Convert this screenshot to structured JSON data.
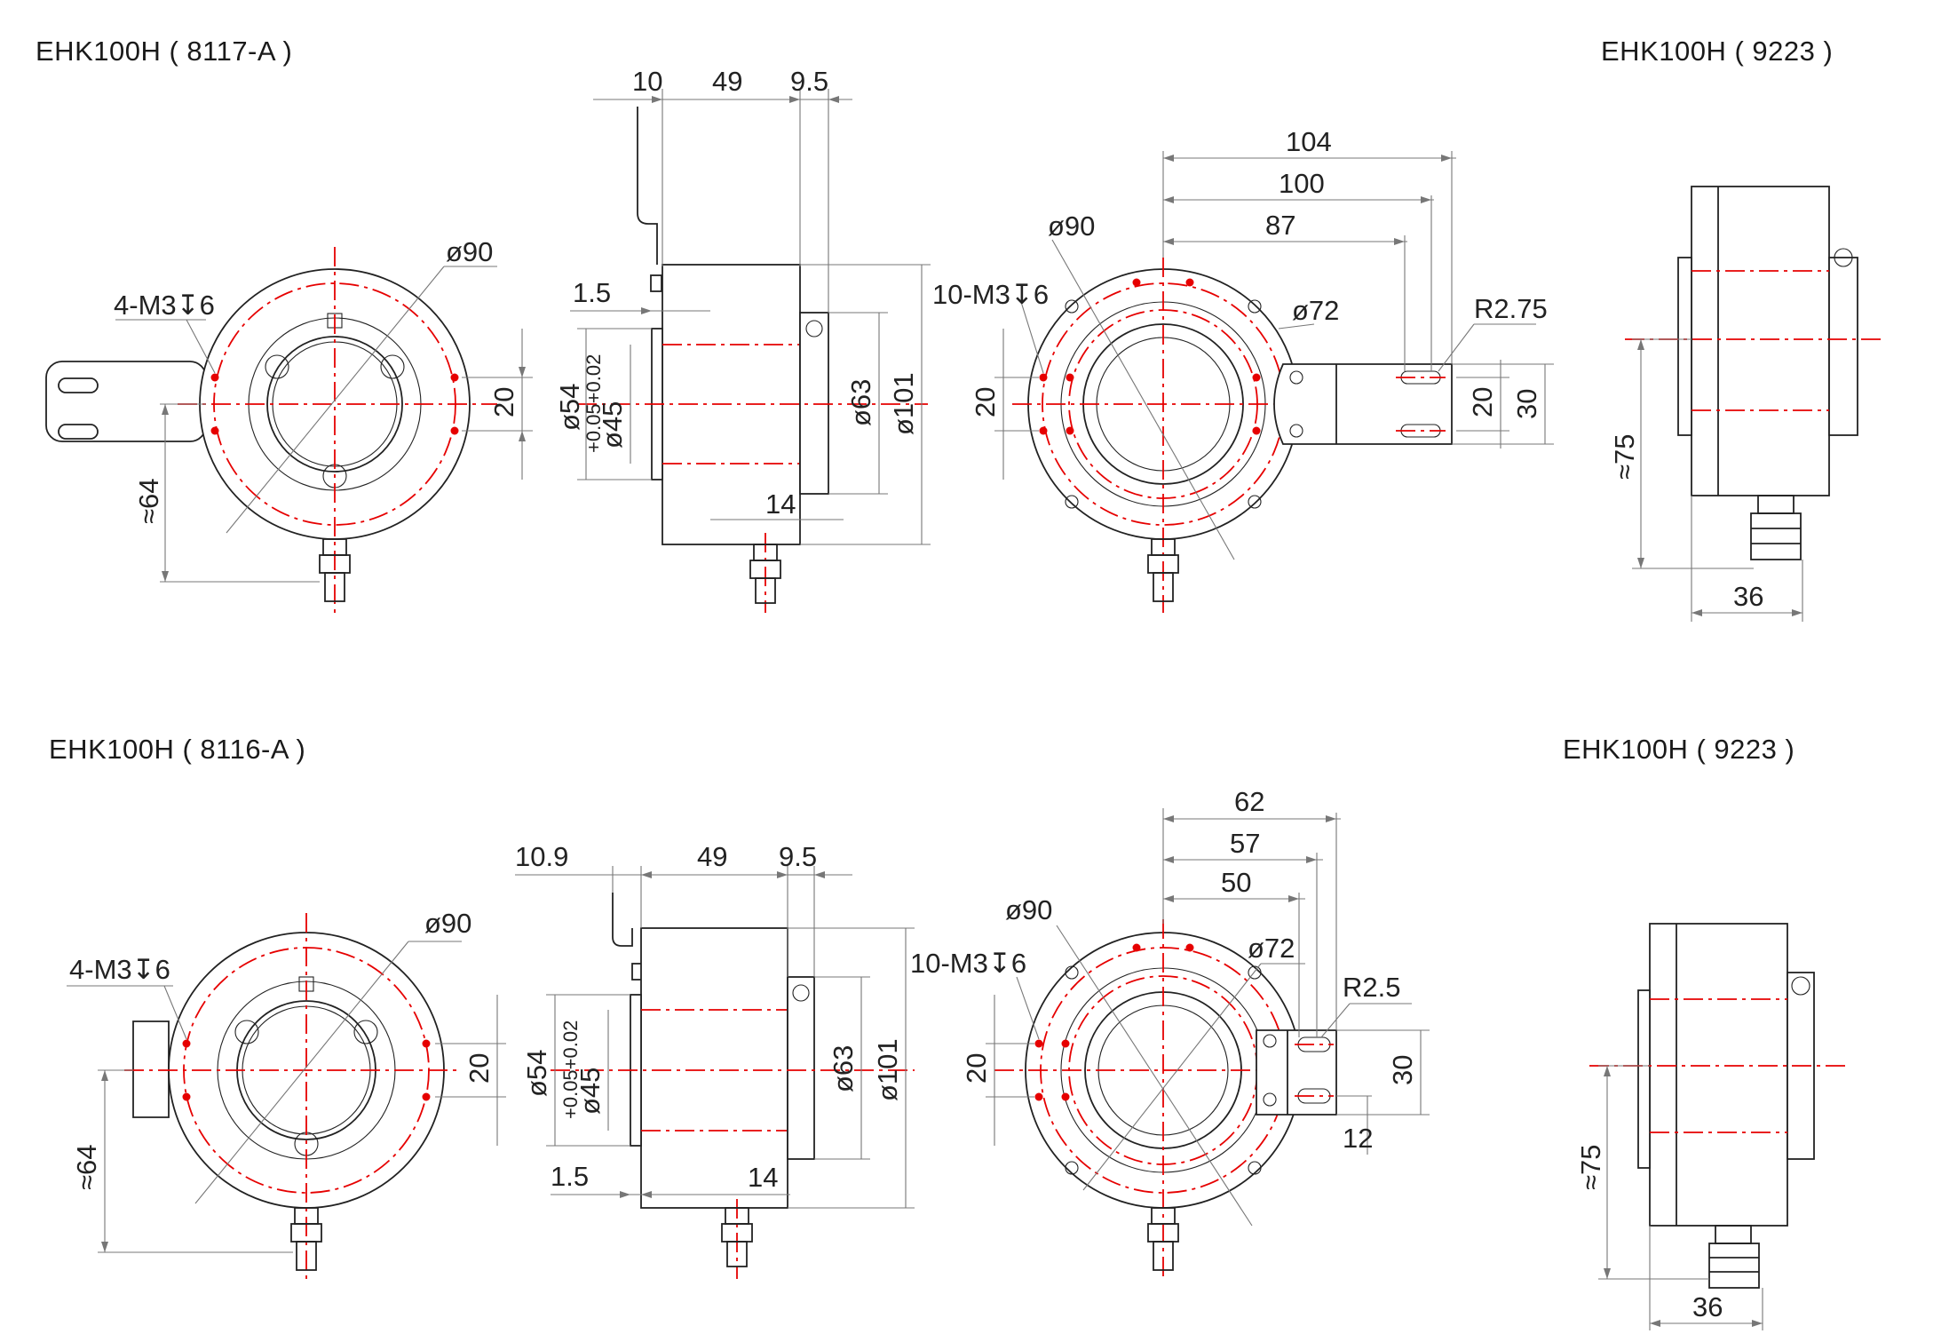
{
  "titles": {
    "top_left": "EHK100H ( 8117-A )",
    "top_right": "EHK100H ( 9223 )",
    "bottom_left": "EHK100H ( 8116-A )",
    "bottom_right": "EHK100H ( 9223 )"
  },
  "top": {
    "front": {
      "hole_label": "4-M3↧6",
      "dia_outer": "ø90",
      "dim_20": "20",
      "dim_64": "≈64"
    },
    "side": {
      "dim_10": "10",
      "dim_49": "49",
      "dim_9_5": "9.5",
      "dim_1_5": "1.5",
      "dia_54": "ø54",
      "dia_45": "ø45",
      "tol_45": "+0.05+0.02",
      "dia_63": "ø63",
      "dia_101": "ø101",
      "dim_14": "14"
    },
    "front2": {
      "dim_104": "104",
      "dim_100": "100",
      "dim_87": "87",
      "dia_90": "ø90",
      "dia_72": "ø72",
      "hole_label": "10-M3↧6",
      "radius": "R2.75",
      "dim_20_left": "20",
      "dim_20_right": "20",
      "dim_30": "30"
    },
    "side2": {
      "dim_75": "≈75",
      "dim_36": "36"
    }
  },
  "bottom": {
    "front": {
      "hole_label": "4-M3↧6",
      "dia_outer": "ø90",
      "dim_20": "20",
      "dim_64": "≈64"
    },
    "side": {
      "dim_10_9": "10.9",
      "dim_49": "49",
      "dim_9_5": "9.5",
      "dim_1_5": "1.5",
      "dia_54": "ø54",
      "dia_45": "ø45",
      "tol_45": "+0.05+0.02",
      "dia_63": "ø63",
      "dia_101": "ø101",
      "dim_14": "14"
    },
    "front2": {
      "dim_62": "62",
      "dim_57": "57",
      "dim_50": "50",
      "dia_90": "ø90",
      "dia_72": "ø72",
      "hole_label": "10-M3↧6",
      "radius": "R2.5",
      "dim_20_left": "20",
      "dim_30": "30",
      "dim_12": "12"
    },
    "side2": {
      "dim_75": "≈75",
      "dim_36": "36"
    }
  }
}
